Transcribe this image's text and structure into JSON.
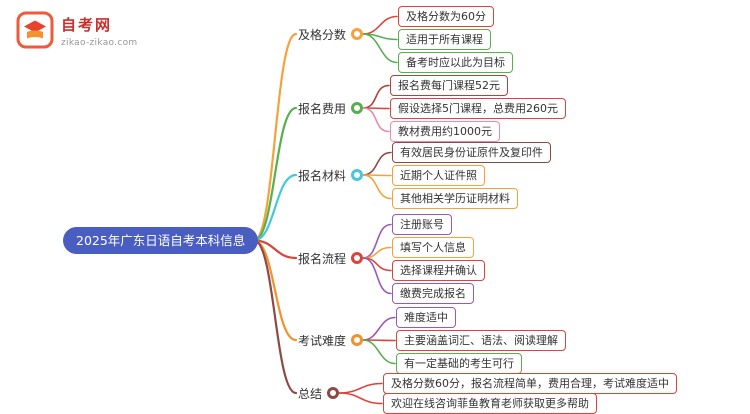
{
  "logo": {
    "site_name": "自考网",
    "site_url": "zikao-zikao.com",
    "brand_color": "#ee5a3a"
  },
  "root": {
    "label": "2025年广东日语自考本科信息",
    "bg_color": "#4a5ec2",
    "text_color": "#ffffff"
  },
  "branches": [
    {
      "label": "及格分数",
      "color": "#f5a23c",
      "children": [
        {
          "label": "及格分数为60分",
          "color": "#d9453c"
        },
        {
          "label": "适用于所有课程",
          "color": "#56b04e"
        },
        {
          "label": "备考时应以此为目标",
          "color": "#56b04e"
        }
      ]
    },
    {
      "label": "报名费用",
      "color": "#56b04e",
      "children": [
        {
          "label": "报名费每门课程52元",
          "color": "#b0413c"
        },
        {
          "label": "假设选择5门课程，总费用260元",
          "color": "#d9453c"
        },
        {
          "label": "教材费用约1000元",
          "color": "#e88bb0"
        }
      ]
    },
    {
      "label": "报名材料",
      "color": "#45c8dc",
      "children": [
        {
          "label": "有效居民身份证原件及复印件",
          "color": "#8d4a45"
        },
        {
          "label": "近期个人证件照",
          "color": "#f5a23c"
        },
        {
          "label": "其他相关学历证明材料",
          "color": "#f5a23c"
        }
      ]
    },
    {
      "label": "报名流程",
      "color": "#d9453c",
      "children": [
        {
          "label": "注册账号",
          "color": "#9b59b6"
        },
        {
          "label": "填写个人信息",
          "color": "#f5a23c"
        },
        {
          "label": "选择课程并确认",
          "color": "#d9453c"
        },
        {
          "label": "缴费完成报名",
          "color": "#9b59b6"
        }
      ]
    },
    {
      "label": "考试难度",
      "color": "#f0922e",
      "children": [
        {
          "label": "难度适中",
          "color": "#9b59b6"
        },
        {
          "label": "主要涵盖词汇、语法、阅读理解",
          "color": "#d9453c"
        },
        {
          "label": "有一定基础的考生可行",
          "color": "#56b04e"
        }
      ]
    },
    {
      "label": "总结",
      "color": "#8d4a45",
      "children": [
        {
          "label": "及格分数60分，报名流程简单，费用合理，考试难度适中",
          "color": "#d9453c"
        },
        {
          "label": "欢迎在线咨询菲鱼教育老师获取更多帮助",
          "color": "#d9453c"
        }
      ]
    }
  ]
}
